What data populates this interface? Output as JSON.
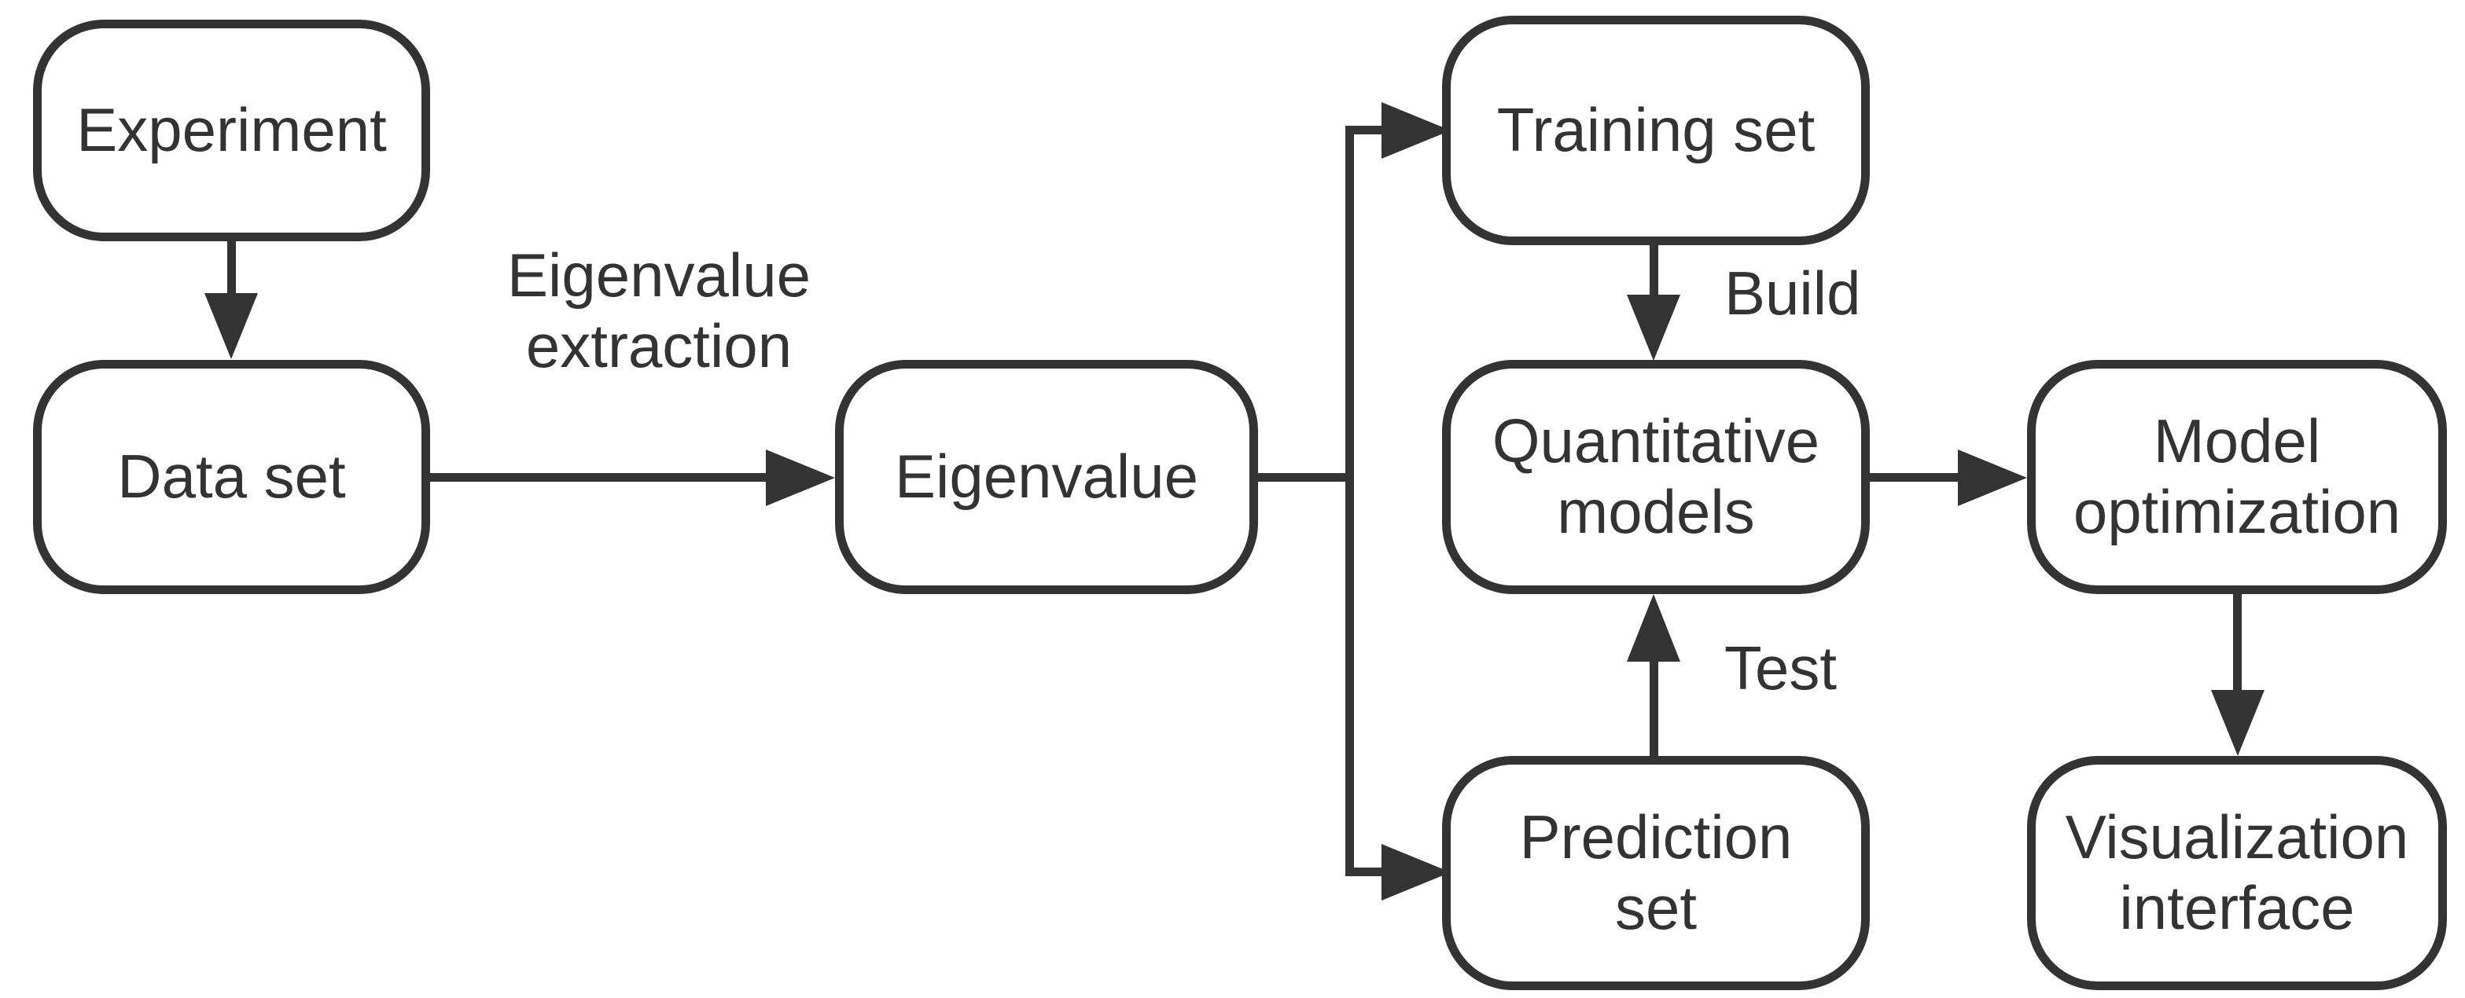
{
  "diagram": {
    "type": "flowchart",
    "background_color": "#ffffff",
    "stroke_color": "#333333",
    "text_color": "#333333",
    "nodes": [
      {
        "id": "experiment",
        "label": "Experiment"
      },
      {
        "id": "data-set",
        "label": "Data set"
      },
      {
        "id": "eigenvalue",
        "label": "Eigenvalue"
      },
      {
        "id": "training-set",
        "label": "Training set"
      },
      {
        "id": "quantitative-models",
        "label": "Quantitative\nmodels"
      },
      {
        "id": "prediction-set",
        "label": "Prediction\nset"
      },
      {
        "id": "model-optimization",
        "label": "Model\noptimization"
      },
      {
        "id": "visualization-interface",
        "label": "Visualization\ninterface"
      }
    ],
    "edges": [
      {
        "from": "experiment",
        "to": "data-set",
        "label": ""
      },
      {
        "from": "data-set",
        "to": "eigenvalue",
        "label": "Eigenvalue\nextraction"
      },
      {
        "from": "eigenvalue",
        "to": "training-set",
        "label": ""
      },
      {
        "from": "eigenvalue",
        "to": "prediction-set",
        "label": ""
      },
      {
        "from": "training-set",
        "to": "quantitative-models",
        "label": "Build"
      },
      {
        "from": "prediction-set",
        "to": "quantitative-models",
        "label": "Test"
      },
      {
        "from": "quantitative-models",
        "to": "model-optimization",
        "label": ""
      },
      {
        "from": "model-optimization",
        "to": "visualization-interface",
        "label": ""
      }
    ]
  }
}
